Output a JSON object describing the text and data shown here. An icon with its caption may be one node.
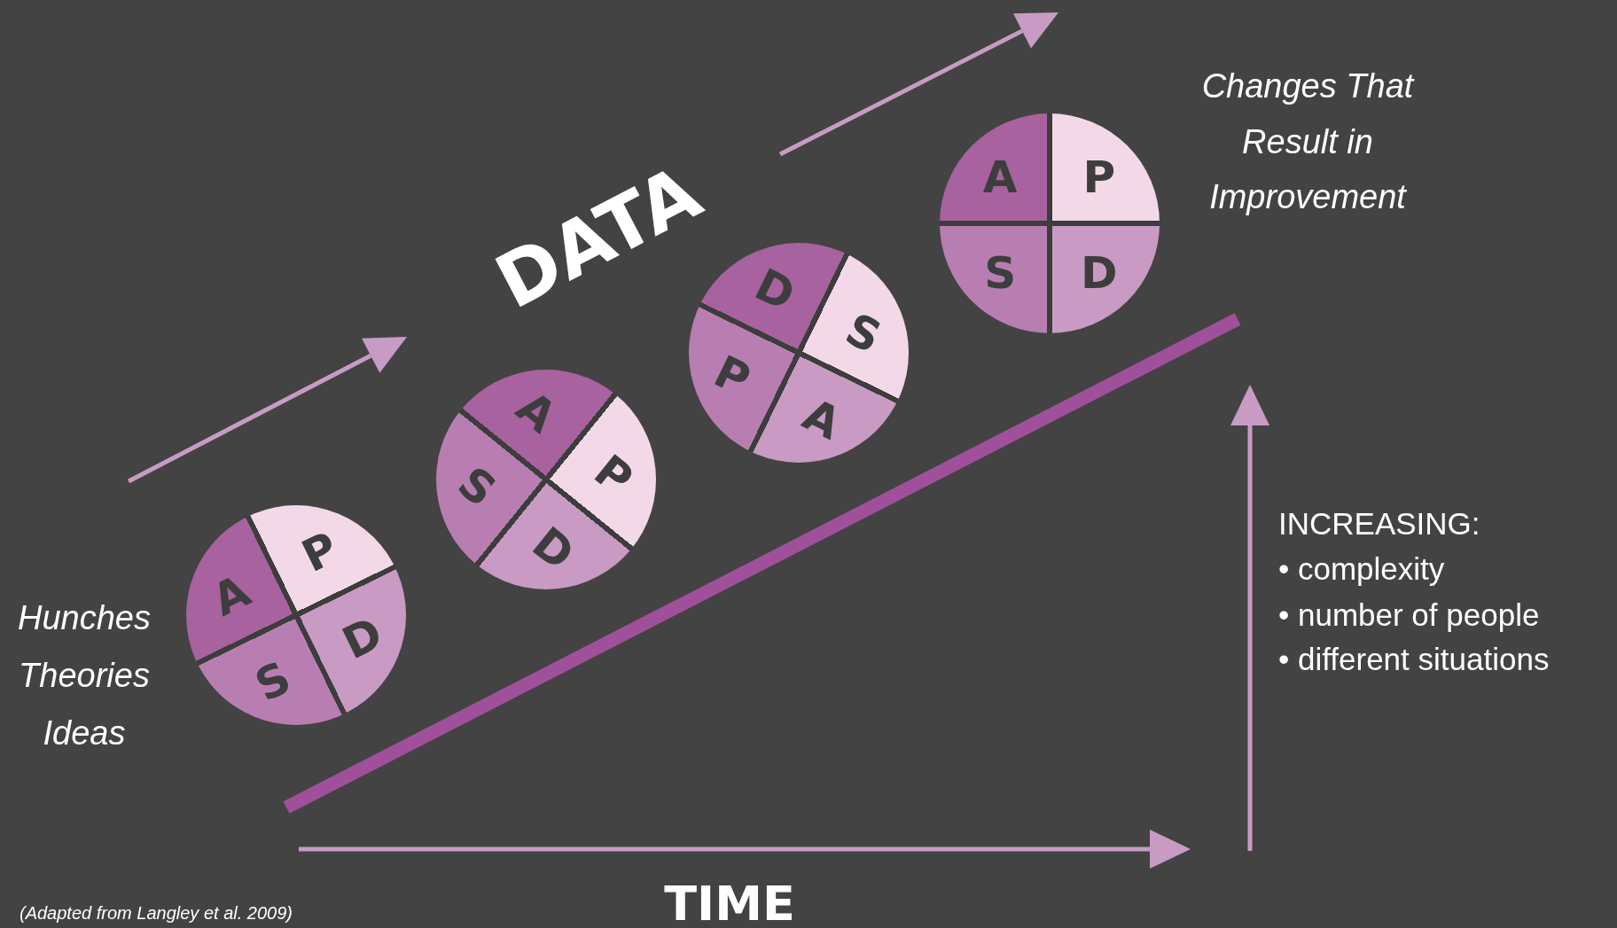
{
  "diagram": {
    "nodes": [
      {
        "text": [
          "A",
          "P",
          "S",
          "D"
        ]
      },
      {
        "text": [
          "A",
          "P",
          "S",
          "D"
        ]
      },
      {
        "text": [
          "D",
          "S",
          "P",
          "A"
        ]
      },
      {
        "text": [
          "A",
          "P",
          "S",
          "D"
        ]
      }
    ],
    "labels": [
      "DATA",
      "Changes That Result in Improvement",
      "Hunches",
      "Theories",
      "Ideas",
      "INCREASING:",
      "• complexity",
      "• number of people",
      "• different situations",
      "TIME",
      "(Adapted from Langley et al. 2009)"
    ]
  }
}
